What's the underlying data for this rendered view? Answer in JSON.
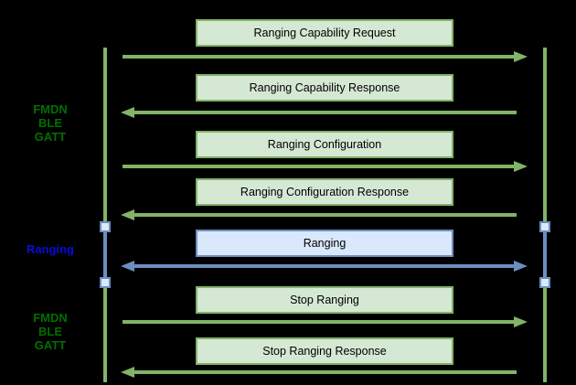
{
  "diagram": {
    "colors": {
      "background": "#000000",
      "green_fill": "#d5e8d4",
      "green_stroke": "#82b366",
      "blue_fill": "#dae8fc",
      "blue_stroke": "#6c8ebf",
      "label_green": "#007000",
      "label_blue": "#0b0bd9",
      "message_text": "#000000"
    },
    "lifelines": [
      {
        "id": "left"
      },
      {
        "id": "right"
      }
    ],
    "messages": [
      {
        "id": "ranging-capability-request",
        "label": "Ranging Capability Request",
        "direction": "right",
        "scheme": "green"
      },
      {
        "id": "ranging-capability-response",
        "label": "Ranging Capability Response",
        "direction": "left",
        "scheme": "green"
      },
      {
        "id": "ranging-configuration",
        "label": "Ranging Configuration",
        "direction": "right",
        "scheme": "green"
      },
      {
        "id": "ranging-configuration-response",
        "label": "Ranging Configuration Response",
        "direction": "left",
        "scheme": "green"
      },
      {
        "id": "ranging",
        "label": "Ranging",
        "direction": "both",
        "scheme": "blue"
      },
      {
        "id": "stop-ranging",
        "label": "Stop Ranging",
        "direction": "right",
        "scheme": "green"
      },
      {
        "id": "stop-ranging-response",
        "label": "Stop Ranging Response",
        "direction": "left",
        "scheme": "green"
      }
    ],
    "section_labels": [
      {
        "id": "fmdn-ble-gatt-top",
        "lines": [
          "FMDN",
          "BLE",
          "GATT"
        ],
        "scheme": "green"
      },
      {
        "id": "ranging",
        "lines": [
          "Ranging"
        ],
        "scheme": "blue"
      },
      {
        "id": "fmdn-ble-gatt-bottom",
        "lines": [
          "FMDN",
          "BLE",
          "GATT"
        ],
        "scheme": "green"
      }
    ]
  }
}
